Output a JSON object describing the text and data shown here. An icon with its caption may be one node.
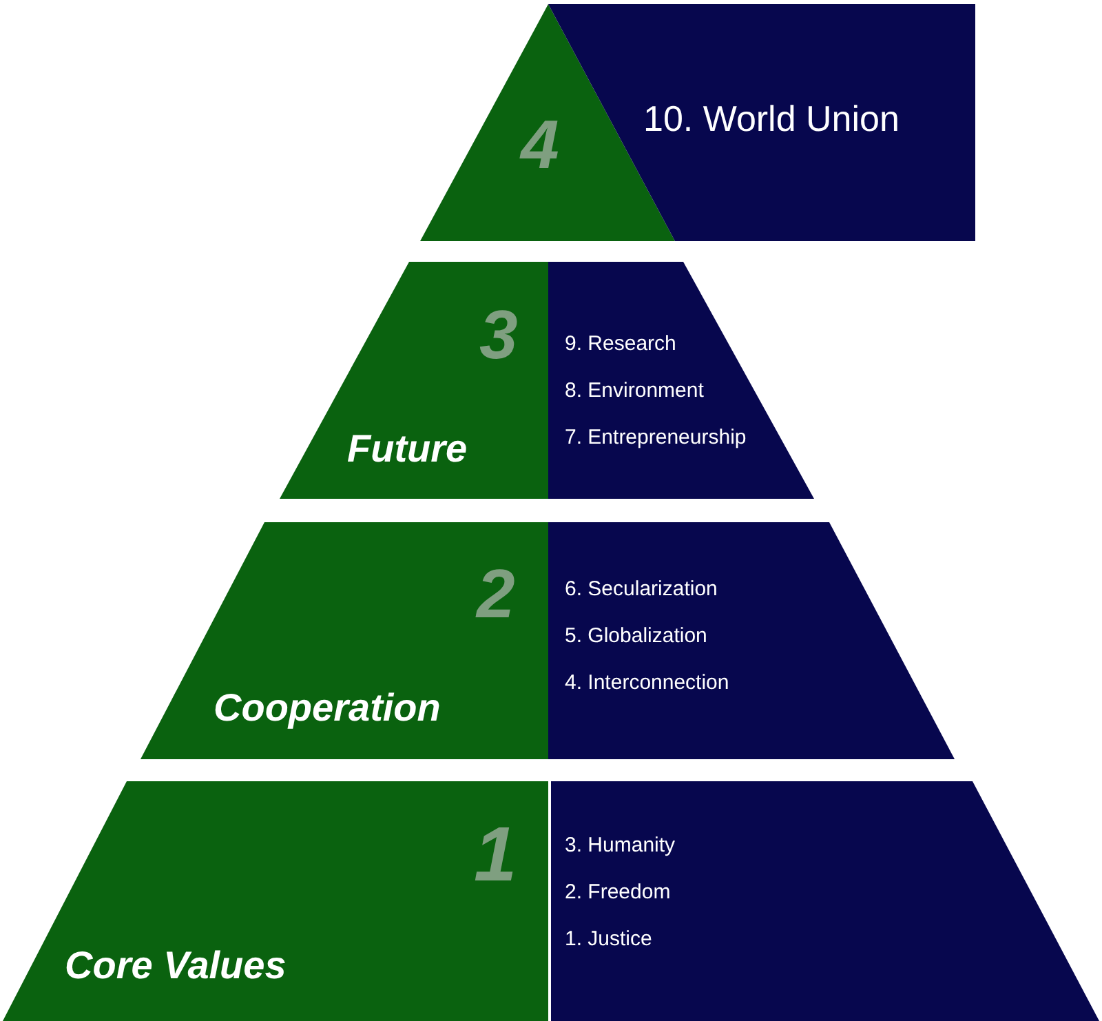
{
  "diagram": {
    "nodes": [
      {
        "text": [
          "4"
        ]
      },
      {
        "text": [
          "10. World Union"
        ]
      },
      {
        "text": [
          "3",
          "Future"
        ]
      },
      {
        "text": [
          "9. Research",
          "8. Environment",
          "7. Entrepreneurship"
        ]
      },
      {
        "text": [
          "2",
          "Cooperation"
        ]
      },
      {
        "text": [
          "6. Secularization",
          "5. Globalization",
          "4. Interconnection"
        ]
      },
      {
        "text": [
          "1",
          "Core Values"
        ]
      },
      {
        "text": [
          "3. Humanity",
          "2. Freedom",
          "1. Justice"
        ]
      }
    ]
  }
}
